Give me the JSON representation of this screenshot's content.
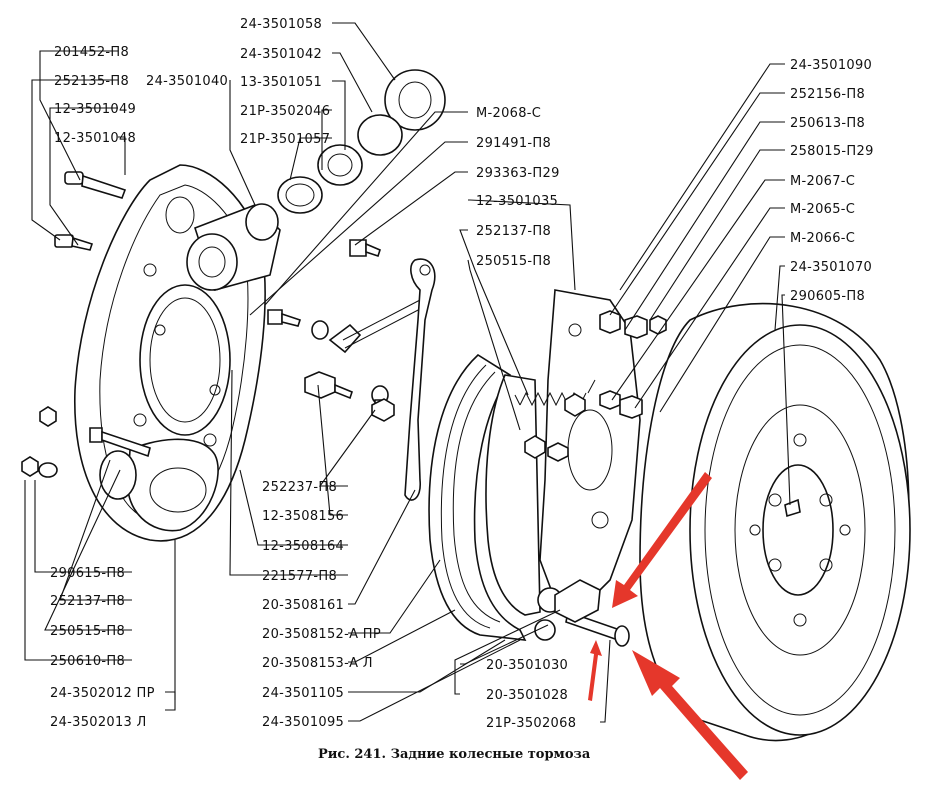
{
  "caption": "Рис. 241. Задние колесные тормоза",
  "labels_left": [
    "201452-П8",
    "252135-П8",
    "12-3501049",
    "12-3501048"
  ],
  "labels_top": [
    "24-3501058",
    "24-3501042",
    "13-3501051",
    "21Р-3502046",
    "21Р-3501057"
  ],
  "label_top_side": "24-3501040",
  "labels_mid": [
    "М-2068-С",
    "291491-П8",
    "293363-П29",
    "12-3501035",
    "252137-П8",
    "250515-П8"
  ],
  "labels_right": [
    "24-3501090",
    "252156-П8",
    "250613-П8",
    "258015-П29",
    "М-2067-С",
    "М-2065-С",
    "М-2066-С",
    "24-3501070",
    "290605-П8"
  ],
  "labels_center_low": [
    "252237-П8",
    "12-3508156",
    "12-3508164",
    "221577-П8",
    "20-3508161",
    "20-3508152-А ПР",
    "20-3508153-А Л",
    "24-3501105",
    "24-3501095"
  ],
  "labels_bottom_left": [
    "290615-П8",
    "252137-П8",
    "250515-П8",
    "250610-П8",
    "24-3502012 ПР",
    "24-3502013 Л"
  ],
  "labels_bottom_right": [
    "20-3501030",
    "20-3501028",
    "21Р-3502068"
  ],
  "colors": {
    "ink": "#111111",
    "arrow": "#e5372b",
    "paper": "#ffffff"
  }
}
